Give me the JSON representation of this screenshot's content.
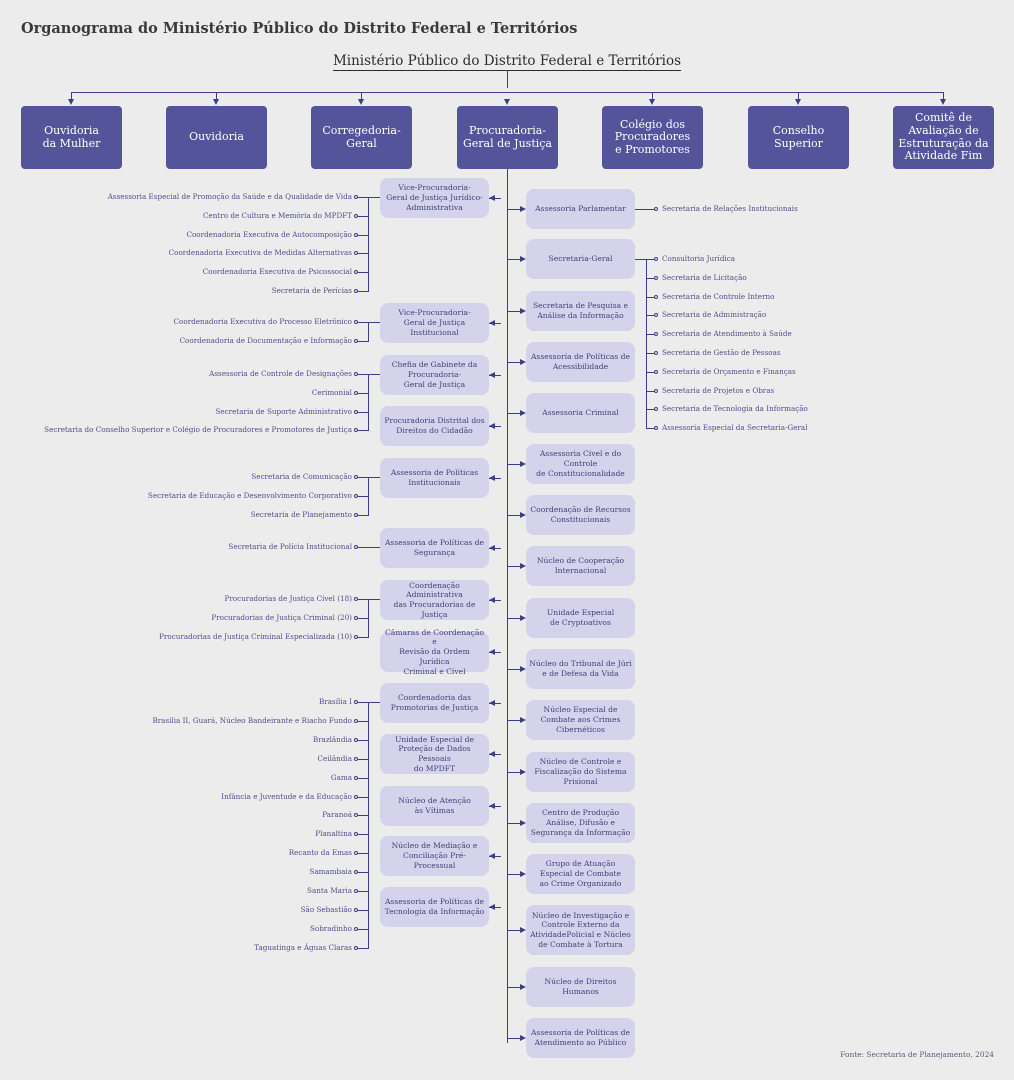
{
  "title": "Organograma do Ministério Público do Distrito Federal e Territórios",
  "root": "Ministério Público do Distrito Federal e Territórios",
  "top_units": [
    "Ouvidoria\nda Mulher",
    "Ouvidoria",
    "Corregedoria-Geral",
    "Procuradoria-\nGeral de Justiça",
    "Colégio dos\nProcuradores\ne Promotores",
    "Conselho\nSuperior",
    "Comitê de\nAvaliação de\nEstruturação da\nAtividade Fim"
  ],
  "left_units": [
    {
      "label": "Vice-Procuradoria-\nGeral de Justiça Jurídico-\nAdministrativa",
      "children": [
        "Assessoria Especial de Promoção da Saúde e da Qualidade de Vida",
        "Centro de Cultura e Memória do MPDFT",
        "Coordenadoria Executiva de Autocomposição",
        "Coordenadoria Executiva de Medidas Alternativas",
        "Coordenadoria Executiva de Psicossocial",
        "Secretaria de Perícias"
      ]
    },
    {
      "label": "Vice-Procuradoria-\nGeral de Justiça Institucional",
      "children": [
        "Coordenadoria Executiva do Processo Eletrônico",
        "Coordenadoria de Documentação e Informação"
      ]
    },
    {
      "label": "Chefia de Gabinete da\nProcuradoria-\nGeral de Justiça",
      "children": [
        "Assessoria de Controle de Designações",
        "Cerimonial",
        "Secretaria de Suporte Administrativo",
        "Secretaria do Conselho Superior e Colégio de Procuradores e Promotores de Justiça"
      ]
    },
    {
      "label": "Procuradoria Distrital dos\nDireitos do Cidadão",
      "children": []
    },
    {
      "label": "Assessoria de Políticas\nInstitucionais",
      "children": [
        "Secretaria de Comunicação",
        "Secretaria de Educação e Desenvolvimento Corporativo",
        "Secretaria de Planejamento"
      ]
    },
    {
      "label": "Assessoria de Políticas de\nSegurança",
      "children": [
        "Secretaria de Polícia Institucional"
      ]
    },
    {
      "label": "Coordenação Administrativa\ndas Procuradorias de Justiça",
      "children": [
        "Procuradorias de Justiça Cível (18)",
        "Procuradorias de Justiça Criminal (20)",
        "Procuradorias de Justiça Criminal Especializada (10)"
      ]
    },
    {
      "label": "Câmaras de Coordenação e\nRevisão da Ordem Jurídica\nCriminal e Cível",
      "children": []
    },
    {
      "label": "Coordenadoria das\nPromotorias de Justiça",
      "children": [
        "Brasília I",
        "Brasília II, Guará, Núcleo Bandeirante e Riacho Fundo",
        "Brazlândia",
        "Ceilândia",
        "Gama",
        "Infância e Juventude e da Educação",
        "Paranoá",
        "Planaltina",
        "Recanto da Emas",
        "Samambaia",
        "Santa Maria",
        "São Sebastião",
        "Sobradinho",
        "Taguatinga e Águas Claras"
      ]
    },
    {
      "label": "Unidade Especial de\nProteção de Dados Pessoais\ndo MPDFT",
      "children": []
    },
    {
      "label": "Núcleo de Atenção\nàs Vítimas",
      "children": []
    },
    {
      "label": "Núcleo de Mediação e\nConciliação Pré-Processual",
      "children": []
    },
    {
      "label": "Assessoria de Políticas de\nTecnologia da Informação",
      "children": []
    }
  ],
  "right_units": [
    {
      "label": "Assessoria Parlamentar",
      "children": [
        "Secretaria de Relações Institucionais"
      ]
    },
    {
      "label": "Secretaria-Geral",
      "children": [
        "Consultoria Jurídica",
        "Secretaria de Licitação",
        "Secretaria de Controle Interno",
        "Secretaria de Administração",
        "Secretaria de Atendimento à Saúde",
        "Secretaria de Gestão de Pessoas",
        "Secretaria de Orçamento e Finanças",
        "Secretaria de Projetos e Obras",
        "Secretaria de Tecnologia da Informação",
        "Assessoria Especial da  Secretaria-Geral"
      ]
    },
    {
      "label": "Secretaria de Pesquisa e\nAnálise da Informação",
      "children": []
    },
    {
      "label": "Assessoria de Políticas de\nAcessibilidade",
      "children": []
    },
    {
      "label": "Assessoria Criminal",
      "children": []
    },
    {
      "label": "Assessoria Cível e do Controle\nde Constitucionalidade",
      "children": []
    },
    {
      "label": "Coordenação de Recursos\nConstitucionais",
      "children": []
    },
    {
      "label": "Núcleo de Cooperação\nInternacional",
      "children": []
    },
    {
      "label": "Unidade Especial\nde Cryptoativos",
      "children": []
    },
    {
      "label": "Núcleo do Tribunal de Júri\ne de Defesa da Vida",
      "children": []
    },
    {
      "label": "Núcleo Especial de\nCombate aos Crimes\nCibernéticos",
      "children": []
    },
    {
      "label": "Núcleo de Controle e\nFiscalização do Sistema\nPrisional",
      "children": []
    },
    {
      "label": "Centro de Produção\nAnálise, Difusão e\nSegurança da Informação",
      "children": []
    },
    {
      "label": "Grupo de Atuação\nEspecial de Combate\nao Crime Organizado",
      "children": []
    },
    {
      "label": "Núcleo de Investigação e\nControle Externo da\nAtividadePolicial e Núcleo\nde Combate à Tortura",
      "children": []
    },
    {
      "label": "Núcleo de Direitos Humanos",
      "children": []
    },
    {
      "label": "Assessoria de Políticas de\nAtendimento ao Público",
      "children": []
    }
  ],
  "source": "Fonte: Secretaria de Planejamento, 2024",
  "colors": {
    "top_box": "#53549a",
    "sub_box": "#d5d3ec",
    "line": "#3c3f87",
    "background": "#ececec"
  }
}
